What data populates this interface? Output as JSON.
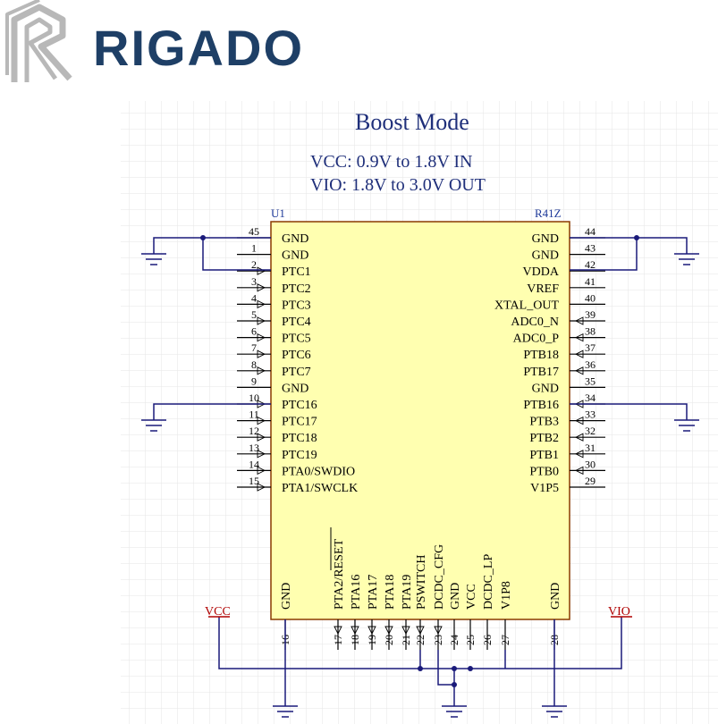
{
  "brand": {
    "name": "RIGADO",
    "color": "#1e3f66",
    "mark_color": "#b8b8b8"
  },
  "schematic": {
    "title": "Boost Mode",
    "line1": "VCC: 0.9V to 1.8V IN",
    "line2": "VIO: 1.8V to 3.0V OUT",
    "designator": "U1",
    "part": "R41Z",
    "colors": {
      "chip_fill": "#ffffb0",
      "chip_border": "#8a3a00",
      "wire": "#1a1a7a",
      "grid": "#e6e6e6",
      "net": "#b00000",
      "title": "#1f2f7a"
    },
    "left_pins": [
      {
        "num": "45",
        "name": "GND"
      },
      {
        "num": "1",
        "name": "GND"
      },
      {
        "num": "2",
        "name": "PTC1"
      },
      {
        "num": "3",
        "name": "PTC2"
      },
      {
        "num": "4",
        "name": "PTC3"
      },
      {
        "num": "5",
        "name": "PTC4"
      },
      {
        "num": "6",
        "name": "PTC5"
      },
      {
        "num": "7",
        "name": "PTC6"
      },
      {
        "num": "8",
        "name": "PTC7"
      },
      {
        "num": "9",
        "name": "GND"
      },
      {
        "num": "10",
        "name": "PTC16"
      },
      {
        "num": "11",
        "name": "PTC17"
      },
      {
        "num": "12",
        "name": "PTC18"
      },
      {
        "num": "13",
        "name": "PTC19"
      },
      {
        "num": "14",
        "name": "PTA0/SWDIO"
      },
      {
        "num": "15",
        "name": "PTA1/SWCLK"
      }
    ],
    "right_pins": [
      {
        "num": "44",
        "name": "GND"
      },
      {
        "num": "43",
        "name": "GND"
      },
      {
        "num": "42",
        "name": "VDDA"
      },
      {
        "num": "41",
        "name": "VREF"
      },
      {
        "num": "40",
        "name": "XTAL_OUT"
      },
      {
        "num": "39",
        "name": "ADC0_N"
      },
      {
        "num": "38",
        "name": "ADC0_P"
      },
      {
        "num": "37",
        "name": "PTB18"
      },
      {
        "num": "36",
        "name": "PTB17"
      },
      {
        "num": "35",
        "name": "GND"
      },
      {
        "num": "34",
        "name": "PTB16"
      },
      {
        "num": "33",
        "name": "PTB3"
      },
      {
        "num": "32",
        "name": "PTB2"
      },
      {
        "num": "31",
        "name": "PTB1"
      },
      {
        "num": "30",
        "name": "PTB0"
      },
      {
        "num": "29",
        "name": "V1P5"
      }
    ],
    "bottom_pins": [
      {
        "num": "16",
        "name": "GND"
      },
      {
        "num": "17",
        "name": "PTA2/RESET"
      },
      {
        "num": "18",
        "name": "PTA16"
      },
      {
        "num": "19",
        "name": "PTA17"
      },
      {
        "num": "20",
        "name": "PTA18"
      },
      {
        "num": "21",
        "name": "PTA19"
      },
      {
        "num": "22",
        "name": "PSWITCH"
      },
      {
        "num": "23",
        "name": "DCDC_CFG"
      },
      {
        "num": "24",
        "name": "GND"
      },
      {
        "num": "25",
        "name": "VCC"
      },
      {
        "num": "26",
        "name": "DCDC_LP"
      },
      {
        "num": "27",
        "name": "V1P8"
      },
      {
        "num": "28",
        "name": "GND"
      }
    ],
    "net_vcc": "VCC",
    "net_vio": "VIO"
  }
}
